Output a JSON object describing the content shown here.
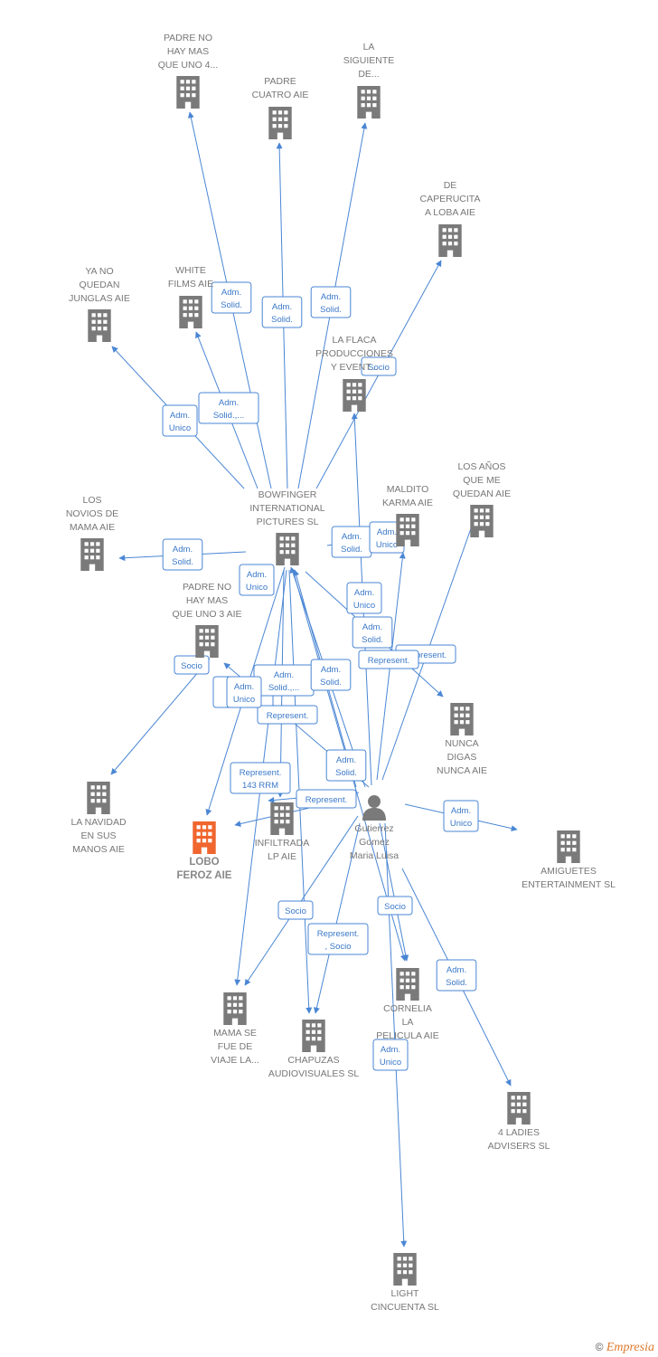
{
  "colors": {
    "edge": "#4a86d4",
    "company": "#7a7a7a",
    "focus": "#f0662e",
    "person": "#7a7a7a"
  },
  "nodes": [
    {
      "id": "padre4",
      "type": "company",
      "lines": [
        "PADRE NO",
        "HAY MAS",
        "QUE UNO 4..."
      ]
    },
    {
      "id": "padrecuatro",
      "type": "company",
      "lines": [
        "PADRE",
        "CUATRO AIE"
      ]
    },
    {
      "id": "siguiente",
      "type": "company",
      "lines": [
        "LA",
        "SIGUIENTE",
        "DE..."
      ]
    },
    {
      "id": "caperucita",
      "type": "company",
      "lines": [
        "DE",
        "CAPERUCITA",
        "A LOBA  AIE"
      ]
    },
    {
      "id": "junglas",
      "type": "company",
      "lines": [
        "YA NO",
        "QUEDAN",
        "JUNGLAS AIE"
      ]
    },
    {
      "id": "white",
      "type": "company",
      "lines": [
        "WHITE",
        "FILMS AIE"
      ]
    },
    {
      "id": "flaca",
      "type": "company",
      "lines": [
        "LA FLACA",
        "PRODUCCIONES",
        "Y EVENT..."
      ]
    },
    {
      "id": "bowfinger",
      "type": "company",
      "lines": [
        "BOWFINGER",
        "INTERNATIONAL",
        "PICTURES SL"
      ]
    },
    {
      "id": "maldito",
      "type": "company",
      "lines": [
        "MALDITO",
        "KARMA AIE"
      ]
    },
    {
      "id": "anos",
      "type": "company",
      "lines": [
        "LOS AÑOS",
        "QUE ME",
        "QUEDAN  AIE"
      ]
    },
    {
      "id": "novios",
      "type": "company",
      "lines": [
        "LOS",
        "NOVIOS DE",
        "MAMA AIE"
      ]
    },
    {
      "id": "padre3",
      "type": "company",
      "lines": [
        "PADRE NO",
        "HAY MAS",
        "QUE UNO 3 AIE"
      ]
    },
    {
      "id": "nunca",
      "type": "company",
      "lines": [
        "NUNCA",
        "DIGAS",
        "NUNCA AIE"
      ]
    },
    {
      "id": "navidad",
      "type": "company",
      "lines": [
        "LA NAVIDAD",
        "EN SUS",
        "MANOS AIE"
      ]
    },
    {
      "id": "lobo",
      "type": "focus",
      "lines": [
        "LOBO",
        "FEROZ  AIE"
      ]
    },
    {
      "id": "infiltrada",
      "type": "company",
      "lines": [
        "INFILTRADA",
        "LP AIE"
      ]
    },
    {
      "id": "person",
      "type": "person",
      "lines": [
        "Gutierrez",
        "Gomez",
        "Maria Luisa"
      ]
    },
    {
      "id": "amiguetes",
      "type": "company",
      "lines": [
        "AMIGUETES",
        "ENTERTAINMENT SL"
      ]
    },
    {
      "id": "mama",
      "type": "company",
      "lines": [
        "MAMA SE",
        "FUE DE",
        "VIAJE LA..."
      ]
    },
    {
      "id": "chapuzas",
      "type": "company",
      "lines": [
        "CHAPUZAS",
        "AUDIOVISUALES SL"
      ]
    },
    {
      "id": "cornelia",
      "type": "company",
      "lines": [
        "CORNELIA",
        "LA",
        "PELICULA  AIE"
      ]
    },
    {
      "id": "ladies",
      "type": "company",
      "lines": [
        "4 LADIES",
        "ADVISERS  SL"
      ]
    },
    {
      "id": "light",
      "type": "company",
      "lines": [
        "LIGHT",
        "CINCUENTA  SL"
      ]
    }
  ],
  "edges": [
    {
      "from": "bowfinger",
      "to": "padre4",
      "label": [
        "Adm.",
        "Solid."
      ]
    },
    {
      "from": "bowfinger",
      "to": "padrecuatro",
      "label": [
        "Adm.",
        "Solid."
      ]
    },
    {
      "from": "bowfinger",
      "to": "siguiente",
      "label": [
        "Adm.",
        "Solid."
      ]
    },
    {
      "from": "bowfinger",
      "to": "caperucita",
      "label": [
        "Socio"
      ]
    },
    {
      "from": "bowfinger",
      "to": "junglas",
      "label": [
        "Adm.",
        "Unico"
      ]
    },
    {
      "from": "bowfinger",
      "to": "white",
      "label": [
        "Adm.",
        "Solid.,..."
      ]
    },
    {
      "from": "bowfinger",
      "to": "novios",
      "label": [
        "Adm.",
        "Solid."
      ]
    },
    {
      "from": "bowfinger",
      "to": "maldito",
      "label": [
        "Adm.",
        "Solid."
      ]
    },
    {
      "from": "bowfinger",
      "to": "nunca",
      "label": [
        "Adm.",
        "Unico"
      ]
    },
    {
      "from": "bowfinger",
      "to": "lobo",
      "label": [
        "Adm.",
        "Unico"
      ]
    },
    {
      "from": "bowfinger",
      "to": "mama",
      "label": [
        "Adm.",
        "Solid.,..."
      ]
    },
    {
      "from": "bowfinger",
      "to": "infiltrada",
      "label": [
        "Adm.",
        "Solid.,..."
      ]
    },
    {
      "from": "bowfinger",
      "to": "chapuzas",
      "label": [
        "Adm.",
        "Solid."
      ]
    },
    {
      "from": "bowfinger",
      "to": "cornelia",
      "label": [
        "Adm.",
        "Solid."
      ]
    },
    {
      "from": "padre3",
      "to": "navidad",
      "label": [
        "Socio"
      ]
    },
    {
      "from": "person",
      "to": "bowfinger",
      "label": [
        "Represent."
      ]
    },
    {
      "from": "person",
      "to": "flaca",
      "label": [
        "Adm.",
        "Solid."
      ]
    },
    {
      "from": "person",
      "to": "anos",
      "label": [
        "Represent."
      ]
    },
    {
      "from": "person",
      "to": "maldito",
      "label": [
        "Represent."
      ]
    },
    {
      "from": "person",
      "to": "padre3",
      "label": [
        "Adm.",
        "Unico"
      ]
    },
    {
      "from": "person",
      "to": "lobo",
      "label": [
        "Represent.",
        "143 RRM"
      ]
    },
    {
      "from": "person",
      "to": "infiltrada",
      "label": [
        "Represent."
      ]
    },
    {
      "from": "person",
      "to": "amiguetes",
      "label": [
        "Adm.",
        "Unico"
      ]
    },
    {
      "from": "person",
      "to": "mama",
      "label": [
        "Socio"
      ]
    },
    {
      "from": "person",
      "to": "chapuzas",
      "label": [
        "Represent.",
        ", Socio"
      ]
    },
    {
      "from": "person",
      "to": "cornelia",
      "label": [
        "Socio"
      ]
    },
    {
      "from": "person",
      "to": "ladies",
      "label": [
        "Adm.",
        "Solid."
      ]
    },
    {
      "from": "person",
      "to": "light",
      "label": [
        "Adm.",
        "Unico"
      ]
    },
    {
      "from": "person",
      "to": "padre3",
      "label": [
        "Adm.",
        "Unico"
      ]
    }
  ],
  "footer": {
    "copyright": "©",
    "brand": "Empresia"
  }
}
